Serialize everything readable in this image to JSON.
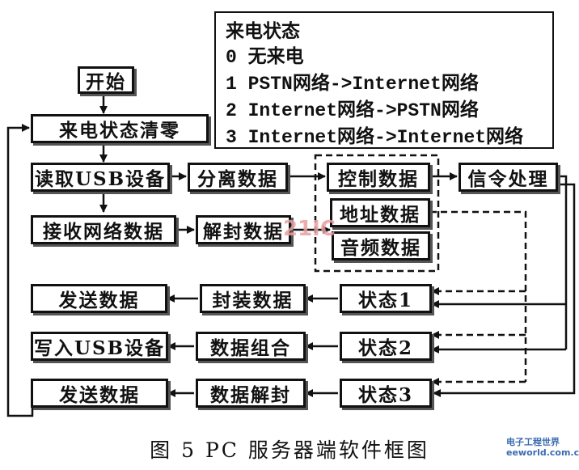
{
  "legend": {
    "title": "来电状态",
    "items": [
      "0 无来电",
      "1 PSTN网络->Internet网络",
      "2 Internet网络->PSTN网络",
      "3 Internet网络->Internet网络"
    ]
  },
  "nodes": {
    "start": "开始",
    "clear_state": "来电状态清零",
    "read_usb": "读取USB设备",
    "separate_data": "分离数据",
    "control_data": "控制数据",
    "signaling": "信令处理",
    "address_data": "地址数据",
    "audio_data": "音频数据",
    "recv_net": "接收网络数据",
    "decap": "解封数据",
    "state1": "状态1",
    "encap": "封装数据",
    "send1": "发送数据",
    "state2": "状态2",
    "combine": "数据组合",
    "write_usb": "写入USB设备",
    "state3": "状态3",
    "data_decap": "数据解封",
    "send3": "发送数据"
  },
  "caption": "图 5   PC 服务器端软件框图",
  "watermark": {
    "center": "21IC",
    "corner_line1": "电子工程世界",
    "corner_line2": "eeworld.com.cn"
  }
}
